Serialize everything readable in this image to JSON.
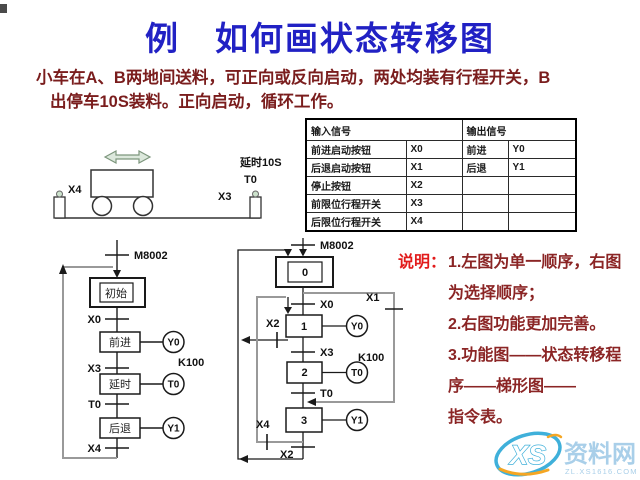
{
  "title": "例　如何画状态转移图",
  "intro": {
    "line1": "小车在A、B两地间送料，可正向或反向启动，两处均装有行程开关，B",
    "line2": "出停车10S装料。正向启动，循环工作。"
  },
  "cart": {
    "x4": "X4",
    "x3": "X3",
    "delay": "延时10S",
    "timer": "T0"
  },
  "io_table": {
    "input_header": "输入信号",
    "output_header": "输出信号",
    "rows": [
      {
        "input": "前进启动按钮",
        "icode": "X0",
        "output": "前进",
        "ocode": "Y0"
      },
      {
        "input": "后退启动按钮",
        "icode": "X1",
        "output": "后退",
        "ocode": "Y1"
      },
      {
        "input": "停止按钮",
        "icode": "X2",
        "output": "",
        "ocode": ""
      },
      {
        "input": "前限位行程开关",
        "icode": "X3",
        "output": "",
        "ocode": ""
      },
      {
        "input": "后限位行程开关",
        "icode": "X4",
        "output": "",
        "ocode": ""
      }
    ]
  },
  "left_sfc": {
    "entry": "M8002",
    "init": "初始",
    "x0": "X0",
    "forward": "前进",
    "y0": "Y0",
    "x3": "X3",
    "k100": "K100",
    "delay": "延时",
    "t0": "T0",
    "t0_label": "T0",
    "back": "后退",
    "y1": "Y1",
    "x4": "X4"
  },
  "right_sfc": {
    "entry": "M8002",
    "s0": "0",
    "x0": "X0",
    "x1": "X1",
    "x2_left": "X2",
    "s1": "1",
    "y0": "Y0",
    "x3": "X3",
    "k100": "K100",
    "s2": "2",
    "t0": "T0",
    "t0_label": "T0",
    "x4": "X4",
    "s3": "3",
    "y1": "Y1",
    "x2_bottom": "X2"
  },
  "notes": {
    "label": "说明：",
    "lines": [
      "1.左图为单一顺序，右图",
      "为选择顺序；",
      "2.右图功能更加完善。",
      "3.功能图——状态转移程",
      "序——梯形图——",
      "指令表。"
    ]
  },
  "watermark": {
    "monogram": "XS",
    "name": "资料网",
    "url": "ZL.XS1616.COM"
  },
  "colors": {
    "title": "#2121c4",
    "body_text": "#7a1d1d",
    "note_label": "#e21b1b",
    "diagram_grey": "#999999",
    "logo_blue": "#3fb0da",
    "logo_orange": "#f5a623"
  }
}
